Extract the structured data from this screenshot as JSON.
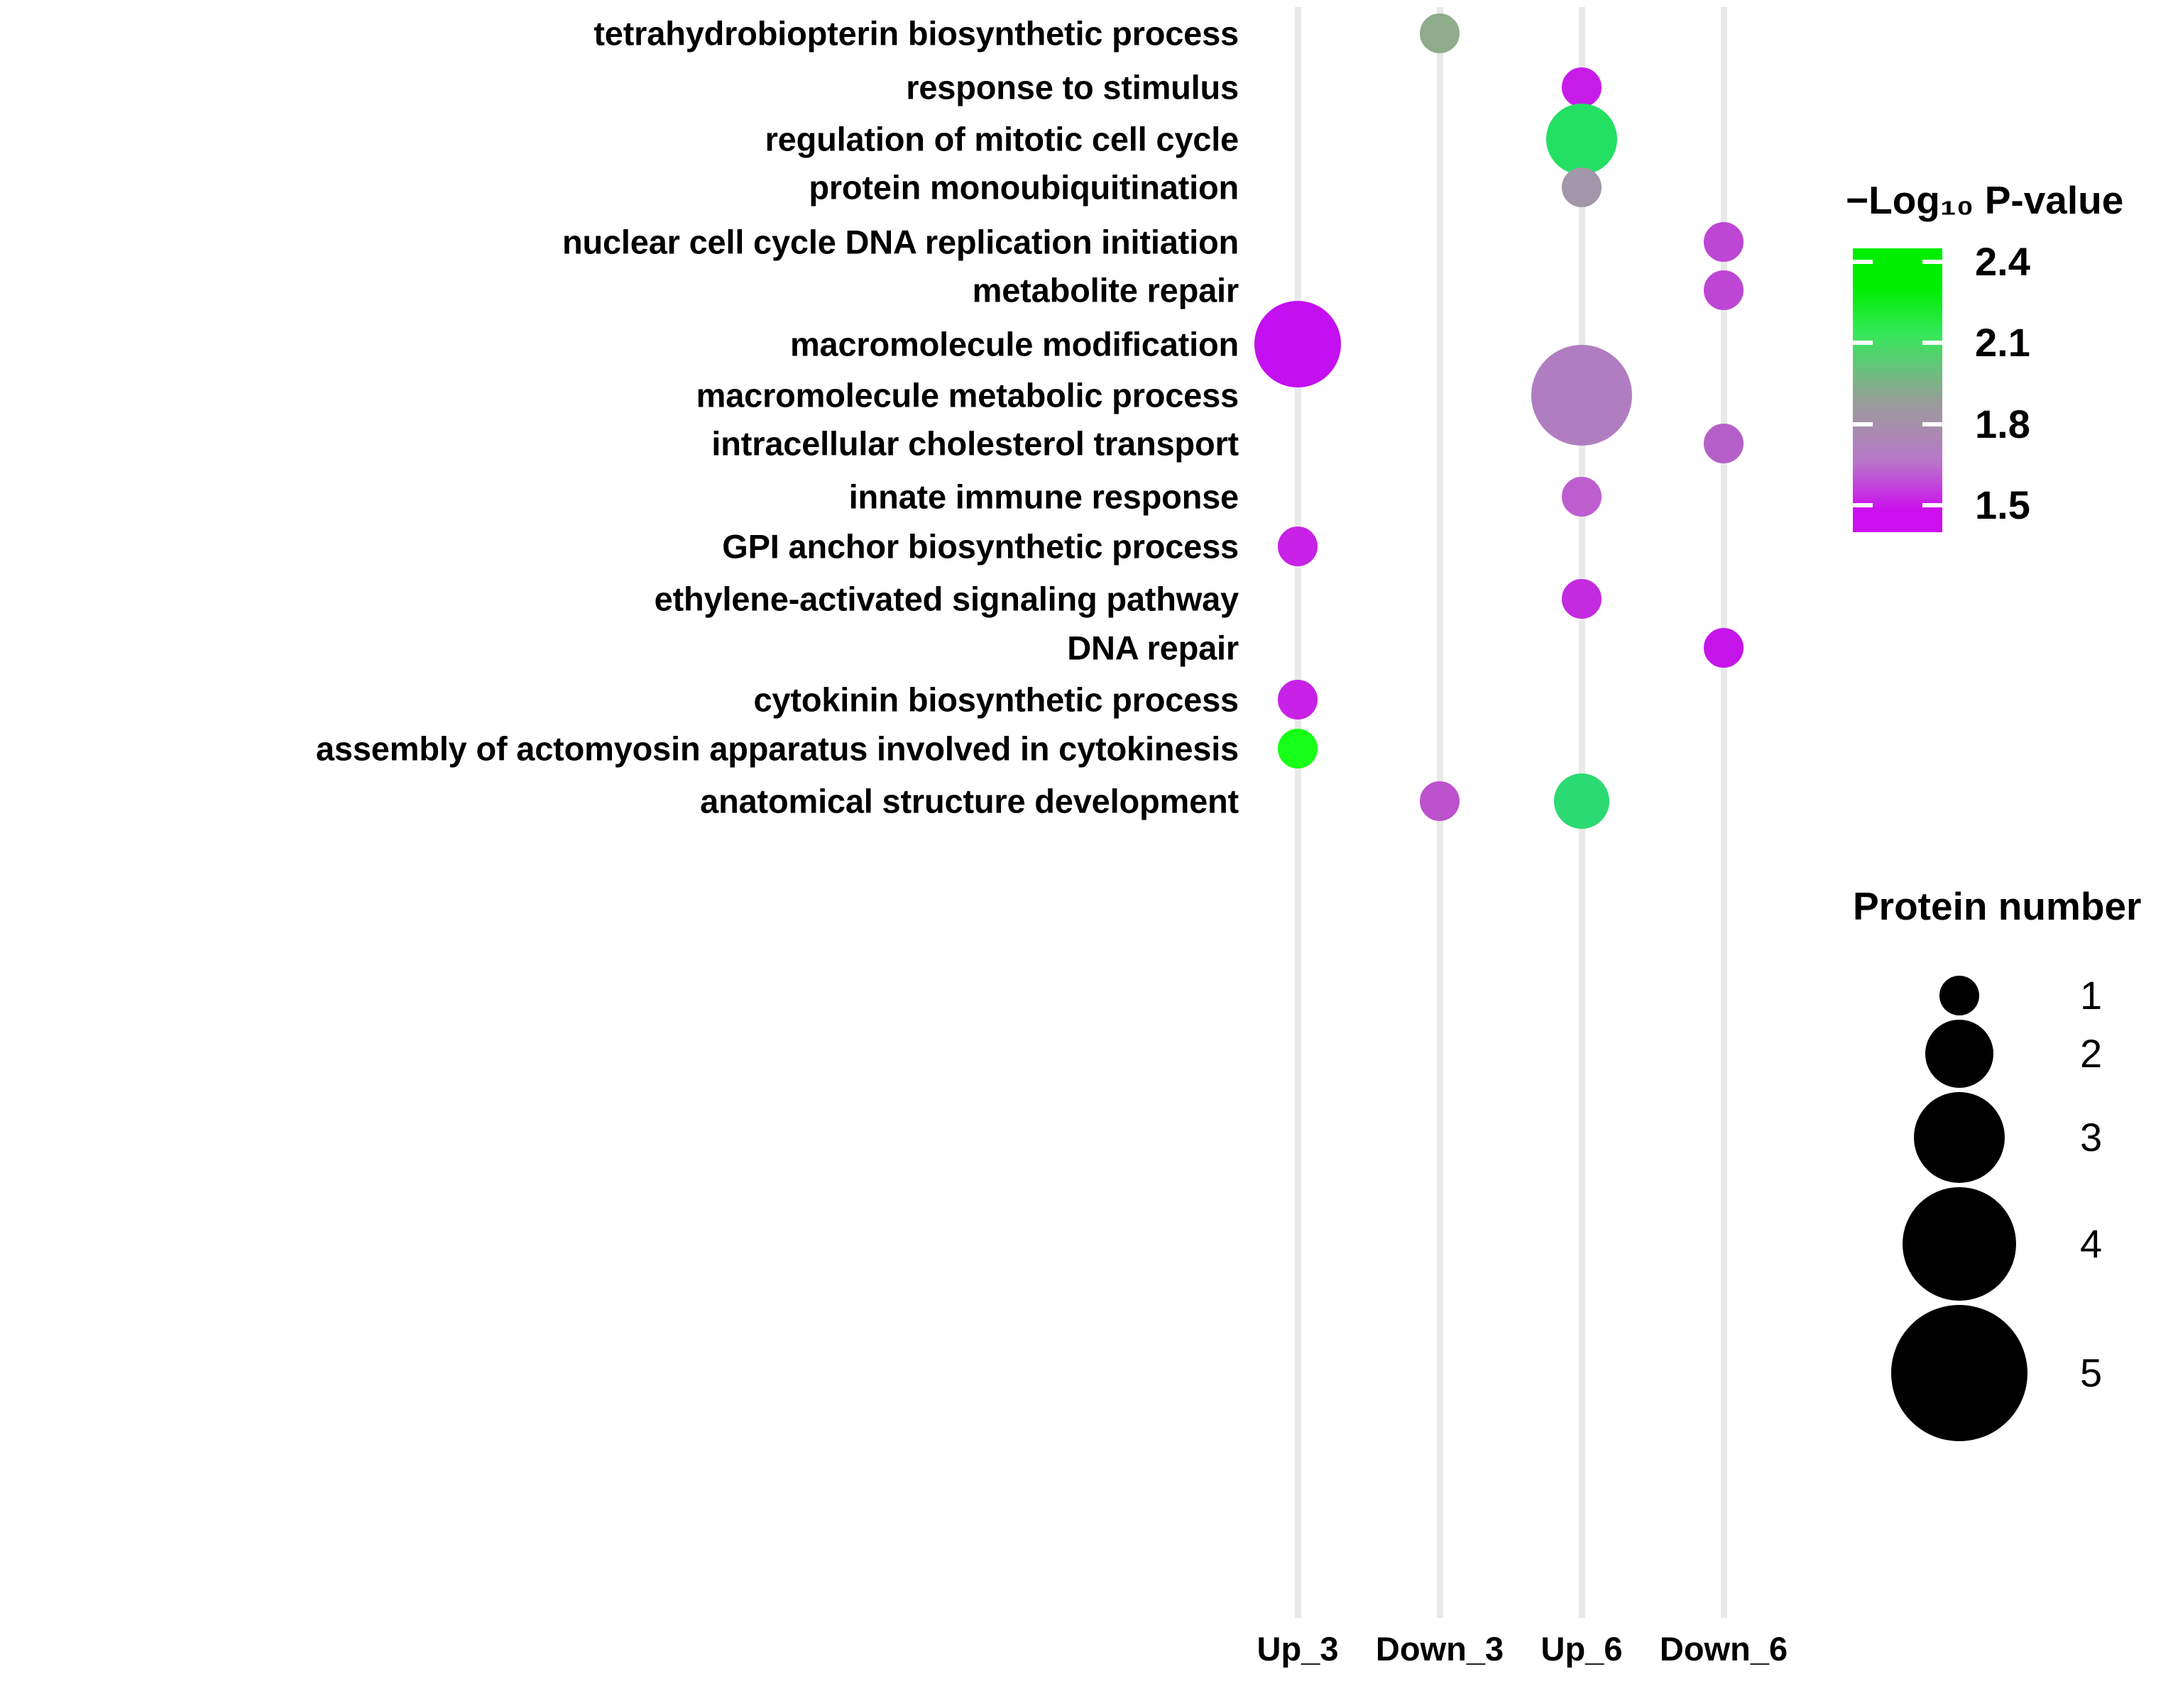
{
  "chart_data": {
    "type": "scatter",
    "title": "",
    "xlabel": "",
    "ylabel": "",
    "grid": true,
    "categories_x": [
      "Up_3",
      "Down_3",
      "Up_6",
      "Down_6"
    ],
    "categories_y": [
      "tetrahydrobiopterin biosynthetic process",
      "response to stimulus",
      "regulation of mitotic cell cycle",
      "protein monoubiquitination",
      "nuclear cell cycle DNA replication initiation",
      "metabolite repair",
      "macromolecule modification",
      "macromolecule metabolic process",
      "intracellular cholesterol transport",
      "innate immune response",
      "GPI anchor biosynthetic process",
      "ethylene-activated signaling pathway",
      "DNA repair",
      "cytokinin biosynthetic process",
      "assembly of actomyosin apparatus involved in cytokinesis",
      "anatomical structure development"
    ],
    "color_legend": {
      "title": "−Log₁₀ P-value",
      "ticks": [
        "2.4",
        "2.1",
        "1.8",
        "1.5"
      ],
      "tick_values": [
        2.4,
        2.1,
        1.8,
        1.5
      ],
      "range": [
        1.4,
        2.45
      ],
      "high_color": "#00ee00",
      "mid_color": "#9b9b9b",
      "low_color": "#cc11ee"
    },
    "size_legend": {
      "title": "Protein number",
      "labels": [
        "1",
        "2",
        "3",
        "4",
        "5"
      ],
      "values": [
        1,
        2,
        3,
        4,
        5
      ],
      "dot_color": "#000000"
    },
    "points": [
      {
        "y": "tetrahydrobiopterin biosynthetic process",
        "x": "Down_3",
        "protein_number": 1,
        "neglog10p": 1.93,
        "color": "#8fab8b"
      },
      {
        "y": "response to stimulus",
        "x": "Up_6",
        "protein_number": 1,
        "neglog10p": 1.45,
        "color": "#c71ce8"
      },
      {
        "y": "regulation of mitotic cell cycle",
        "x": "Up_6",
        "protein_number": 3,
        "neglog10p": 2.3,
        "color": "#23e063"
      },
      {
        "y": "protein monoubiquitination",
        "x": "Up_6",
        "protein_number": 1,
        "neglog10p": 1.8,
        "color": "#a197a8"
      },
      {
        "y": "nuclear cell cycle DNA replication initiation",
        "x": "Down_6",
        "protein_number": 1,
        "neglog10p": 1.52,
        "color": "#bd46d4"
      },
      {
        "y": "metabolite repair",
        "x": "Down_6",
        "protein_number": 1,
        "neglog10p": 1.53,
        "color": "#bd46d4"
      },
      {
        "y": "macromolecule modification",
        "x": "Up_3",
        "protein_number": 4,
        "neglog10p": 1.42,
        "color": "#c40ff0"
      },
      {
        "y": "macromolecule metabolic process",
        "x": "Up_6",
        "protein_number": 5,
        "neglog10p": 1.68,
        "color": "#b07ec0"
      },
      {
        "y": "intracellular cholesterol transport",
        "x": "Down_6",
        "protein_number": 1,
        "neglog10p": 1.6,
        "color": "#b560c8"
      },
      {
        "y": "innate immune response",
        "x": "Up_6",
        "protein_number": 1,
        "neglog10p": 1.58,
        "color": "#bd5ecf"
      },
      {
        "y": "GPI anchor biosynthetic process",
        "x": "Up_3",
        "protein_number": 1,
        "neglog10p": 1.44,
        "color": "#c722e6"
      },
      {
        "y": "ethylene-activated signaling pathway",
        "x": "Up_6",
        "protein_number": 1,
        "neglog10p": 1.47,
        "color": "#c42ae0"
      },
      {
        "y": "DNA repair",
        "x": "Down_6",
        "protein_number": 1,
        "neglog10p": 1.43,
        "color": "#c515eb"
      },
      {
        "y": "cytokinin biosynthetic process",
        "x": "Up_3",
        "protein_number": 1,
        "neglog10p": 1.44,
        "color": "#c722e6"
      },
      {
        "y": "assembly of actomyosin apparatus involved in cytokinesis",
        "x": "Up_3",
        "protein_number": 1,
        "neglog10p": 2.42,
        "color": "#16ff16"
      },
      {
        "y": "anatomical structure development",
        "x": "Down_3",
        "protein_number": 1,
        "neglog10p": 1.55,
        "color": "#bc52cd"
      },
      {
        "y": "anatomical structure development",
        "x": "Up_6",
        "protein_number": 2,
        "neglog10p": 2.25,
        "color": "#2bda72"
      }
    ]
  },
  "layout": {
    "grid_color": "#e9e9e9",
    "background": "#ffffff",
    "x_positions": {
      "Up_3": 68,
      "Down_3": 268,
      "Up_6": 468,
      "Down_6": 668
    },
    "y_positions": [
      47,
      123,
      196,
      264,
      341,
      409,
      485,
      557,
      625,
      700,
      770,
      844,
      913,
      986,
      1055,
      1129
    ],
    "row_step": 71.9,
    "size_scale": {
      "1": 25,
      "2": 36,
      "3": 47,
      "4": 58,
      "5": 68
    }
  }
}
